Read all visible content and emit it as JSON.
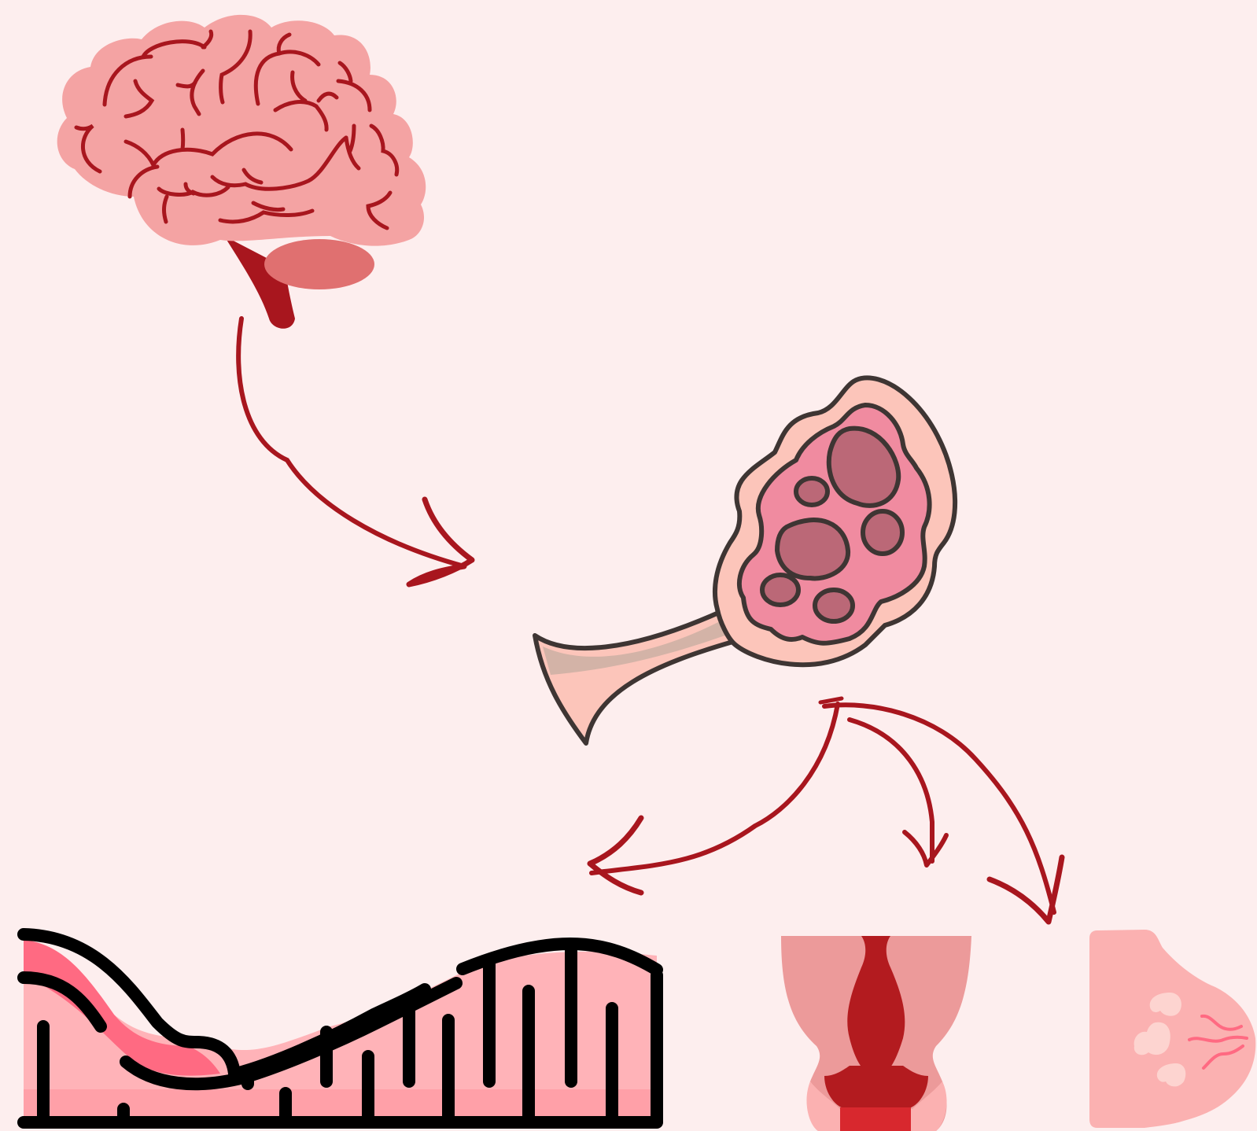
{
  "diagram": {
    "nodes": [
      {
        "id": "brain",
        "icon": "brain-icon"
      },
      {
        "id": "ovary",
        "icon": "ovary-icon"
      },
      {
        "id": "endometrium",
        "icon": "uterine-lining-icon"
      },
      {
        "id": "cervix",
        "icon": "cervix-icon"
      },
      {
        "id": "breast",
        "icon": "breast-icon"
      }
    ],
    "edges": [
      {
        "from": "brain",
        "to": "ovary"
      },
      {
        "from": "ovary",
        "to": "endometrium"
      },
      {
        "from": "ovary",
        "to": "cervix"
      },
      {
        "from": "ovary",
        "to": "breast"
      }
    ]
  },
  "colors": {
    "background": "#FDEEEE",
    "arrow": "#A8161E",
    "brain": "#F4A3A3",
    "brain_lines": "#A8161E",
    "ovary_outer": "#FCC5BA",
    "ovary_inner": "#F08BA0",
    "follicle": "#BB6877",
    "outline": "#3E3533",
    "tissue_pink": "#FFB3B8",
    "tissue_dark": "#FF6A82",
    "cervix_canal": "#B31B1F",
    "breast": "#FBB1B1"
  }
}
